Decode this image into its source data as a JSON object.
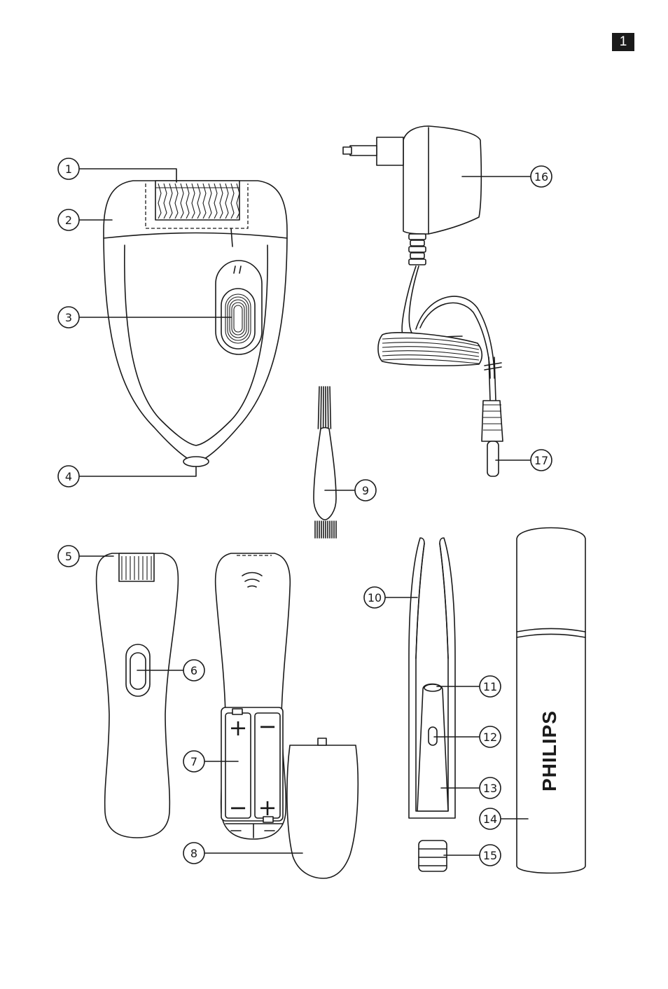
{
  "page_number": "1",
  "brand_text": "PHILIPS",
  "callouts": [
    "1",
    "2",
    "3",
    "4",
    "5",
    "6",
    "7",
    "8",
    "9",
    "10",
    "11",
    "12",
    "13",
    "14",
    "15",
    "16",
    "17"
  ],
  "battery_symbols": {
    "plus": "+",
    "minus": "−"
  }
}
